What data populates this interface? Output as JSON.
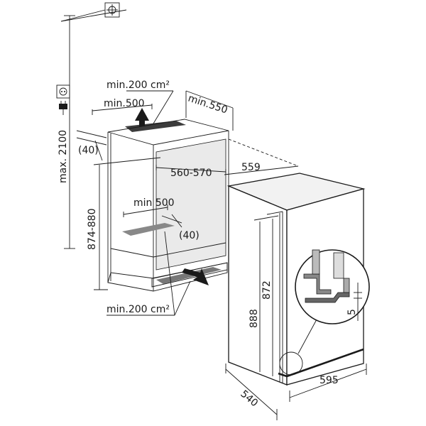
{
  "labels": {
    "max_height": "max. 2100",
    "vent_area_top": "min.200 cm²",
    "vent_width_top": "min.500",
    "depth_top": "min.550",
    "offset_top": "(40)",
    "niche_width": "560-570",
    "appliance_depth": "559",
    "niche_height": "874-880",
    "vent_width_inner": "min 500",
    "offset_inner": "(40)",
    "appliance_height_872": "872",
    "appliance_height_888": "888",
    "vent_area_bottom": "min.200 cm²",
    "door_depth": "540",
    "door_width": "595",
    "gap": "5"
  }
}
